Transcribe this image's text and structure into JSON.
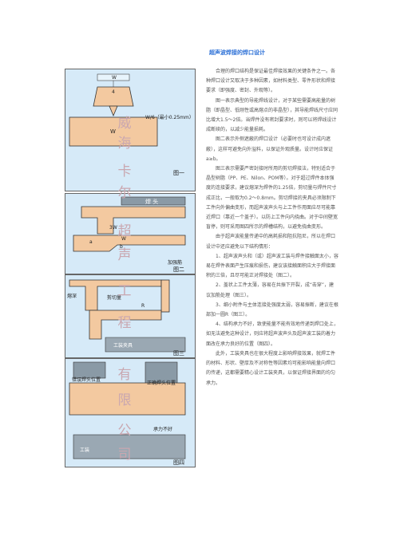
{
  "title": "超声波焊接的焊口设计",
  "paragraphs": [
    "合理的焊口结构是保证最佳焊接效果的关键条件之一。各种焊口设计又取决于多种因素，如材料类型、零件形状和焊接要求（即强度、密封、外观等）。",
    "图一表示典型的导能焊线设计，对于某些需要高能量的树脂（即晶型、低刚性或高熔点的非晶型），其导能焊线尺寸应同比增大1.5～2倍。当焊件没有密封要求时，则可以将焊线设计成断续的，以减少能量损耗。",
    "图二表示外侧遮蔽的焊口设计（必要时也可设计成内遮蔽），这样可避免向外溢料，以保证外观质量。设计时应保证a≥b。",
    "图三表示需要严密封接时所用的剪切焊接法，特别适合于晶型树脂（PP、PE、Nilon、POM等）。对于超过焊件本体强度的连接要求，建议熔深为焊件的1.25倍，剪切量与焊件尺寸成正比，一般取为0.2～0.8mm。剪切焊接的夹具必须限制下工件向外偏曲变形，而超声波声头与上工件作用面应尽可能靠近焊口（靠近一个盖子）。以防上工件向内挠曲。对于中间壁宽盲停，则可采用图四所示的焊槽结构，以避免挠曲变形。",
    "由于超声波能量传递中的高耗损和阻抗阻尼，所以在焊口设计中还应避免以下结构情形：",
    "1、超声波声头和（或）超声波工装与焊件接触面太小，容易在焊件表面产生压痕和损伤，建议该接触面积应大于焊接面积的三倍，且尽可能正对焊接处（图二）。",
    "2、盖状上工件太薄，容易在共振下开裂，成“击穿”，建议加筋处理（图三）。",
    "3、细小附件与主体连接处强度太弱，容易振断，建议在根部加一圆R（图三）。",
    "4、结构承力不好，致使能量不能有效地传递到焊口处上，如无法避免这种设计，则应将超声波声头及超声波工装的着力面改在承力良好的位置（图四）。",
    "此外，工装夹具也在很大程度上影响焊接效果，就焊工件的材料、形状、壁厚及不对称性等因素均可能影响能量向焊口的传递，这都需要精心设计工装夹具，以保证焊接界面的均匀承力。"
  ],
  "fig1": {
    "label": "图一",
    "top_label": "W\n4",
    "bottom_label": "W",
    "dim_label": "W/6（最小0.25mm）"
  },
  "fig2": {
    "label": "图二",
    "tag1": "焊 头",
    "dim1": "3W",
    "dim2": "W",
    "dim3": "a",
    "dim4": "b",
    "rib": "加强筋"
  },
  "fig3": {
    "label": "图三",
    "melt": "熔深",
    "shear": "剪切量",
    "radius": "R",
    "fixture": "工装夹具"
  },
  "fig4": {
    "label": "图四",
    "bad": "错误焊头位置",
    "good": "正确焊头位置",
    "weak": "承力不好",
    "fixture": "工装"
  },
  "watermark": [
    "威",
    "海",
    "卡",
    "尔",
    "超",
    "声",
    "工",
    "程",
    "有",
    "限",
    "公",
    "司"
  ]
}
